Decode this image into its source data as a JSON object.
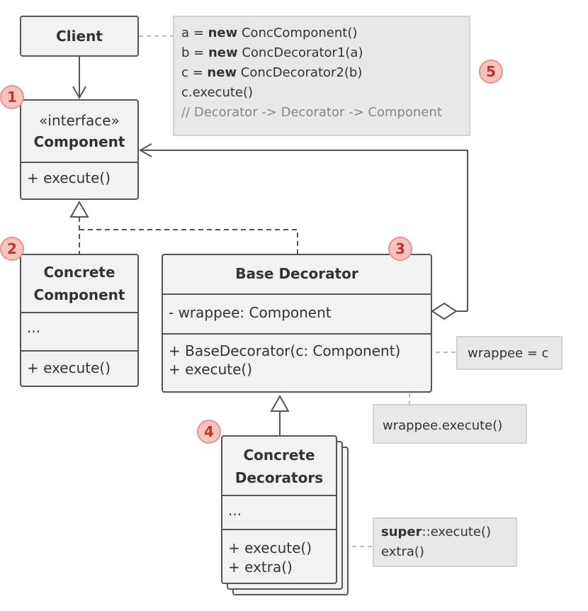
{
  "client": {
    "name": "Client"
  },
  "component": {
    "stereotype": "«interface»",
    "name": "Component",
    "method": "+ execute()"
  },
  "concrete_component": {
    "name_line1": "Concrete",
    "name_line2": "Component",
    "fields": "...",
    "method": "+ execute()"
  },
  "base_decorator": {
    "name": "Base Decorator",
    "field": "- wrappee: Component",
    "constructor": "+ BaseDecorator(c: Component)",
    "method": "+ execute()"
  },
  "concrete_decorators": {
    "name_line1": "Concrete",
    "name_line2": "Decorators",
    "fields": "...",
    "method1": "+ execute()",
    "method2": "+ extra()"
  },
  "client_note": {
    "line1_pre": "a = ",
    "line1_kw": "new",
    "line1_post": " ConcComponent()",
    "line2_pre": "b = ",
    "line2_kw": "new",
    "line2_post": " ConcDecorator1(a)",
    "line3_pre": "c = ",
    "line3_kw": "new",
    "line3_post": " ConcDecorator2(b)",
    "line4": "c.execute()",
    "line5": "// Decorator -> Decorator -> Component"
  },
  "wrappee_note": "wrappee = c",
  "execute_note": "wrappee.execute()",
  "decorator_note": {
    "kw": "super",
    "line1_post": "::execute()",
    "line2": "extra()"
  },
  "badges": [
    "1",
    "2",
    "3",
    "4",
    "5"
  ],
  "colors": {
    "box_fill": "#f2f2f2",
    "border": "#555555",
    "note_fill": "#e8e8e8",
    "badge_fill": "#f7c3bf",
    "badge_text": "#c0342d"
  }
}
